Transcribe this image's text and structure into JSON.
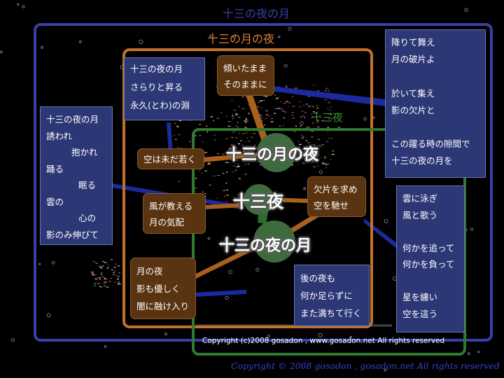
{
  "titles": {
    "outer": "十三の夜の月",
    "middle": "十三の月の夜",
    "inner": "十三夜"
  },
  "center_labels": {
    "top": "十三の月の夜",
    "middle": "十三夜",
    "bottom": "十三の夜の月"
  },
  "boxes": {
    "left_poem": [
      "十三の夜の月",
      "誘われ",
      "抱かれ",
      "踊る",
      "眠る",
      "雲の",
      "心の",
      "影のみ伸びて"
    ],
    "top_left": [
      "十三の夜の月",
      "さらりと昇る",
      "永久(とわ)の淵"
    ],
    "top_center": [
      "傾いたまま",
      "そのままに"
    ],
    "mid_left_1": [
      "空は未だ若く"
    ],
    "mid_left_2": [
      "風が教える",
      "月の気配"
    ],
    "bottom_left": [
      "月の夜",
      "影も優しく",
      "闇に融け入り"
    ],
    "mid_right": [
      "欠片を求め",
      "空を馳せ"
    ],
    "bottom_center": [
      "後の夜も",
      "何か足らずに",
      "また満ちて行く"
    ],
    "top_right": [
      "降りて舞え",
      "月の破片よ",
      "",
      "於いて集え",
      "影の欠片と",
      "",
      "この躍る時の隙間で",
      "十三の夜の月を"
    ],
    "bottom_right": [
      "雲に泳ぎ",
      "風と歌う",
      "",
      "何かを追って",
      "何かを負って",
      "",
      "星を纏い",
      "空を這う"
    ]
  },
  "credits": {
    "inner": "Copyright (c)2008 gosadon , www.gosadon.net All rights reserved",
    "outer": "Copyright © 2008 gosadon , gosadon.net All rights reserved"
  },
  "colors": {
    "outer_frame": "#3a3fa8",
    "middle_frame": "#c0722a",
    "inner_frame": "#2f7a2f",
    "node": "#3d6b3d",
    "blue_box": "#2c3775",
    "brown_box": "#5a3411",
    "connector_blue": "#1b2a9e",
    "connector_brown": "#a8601e"
  }
}
